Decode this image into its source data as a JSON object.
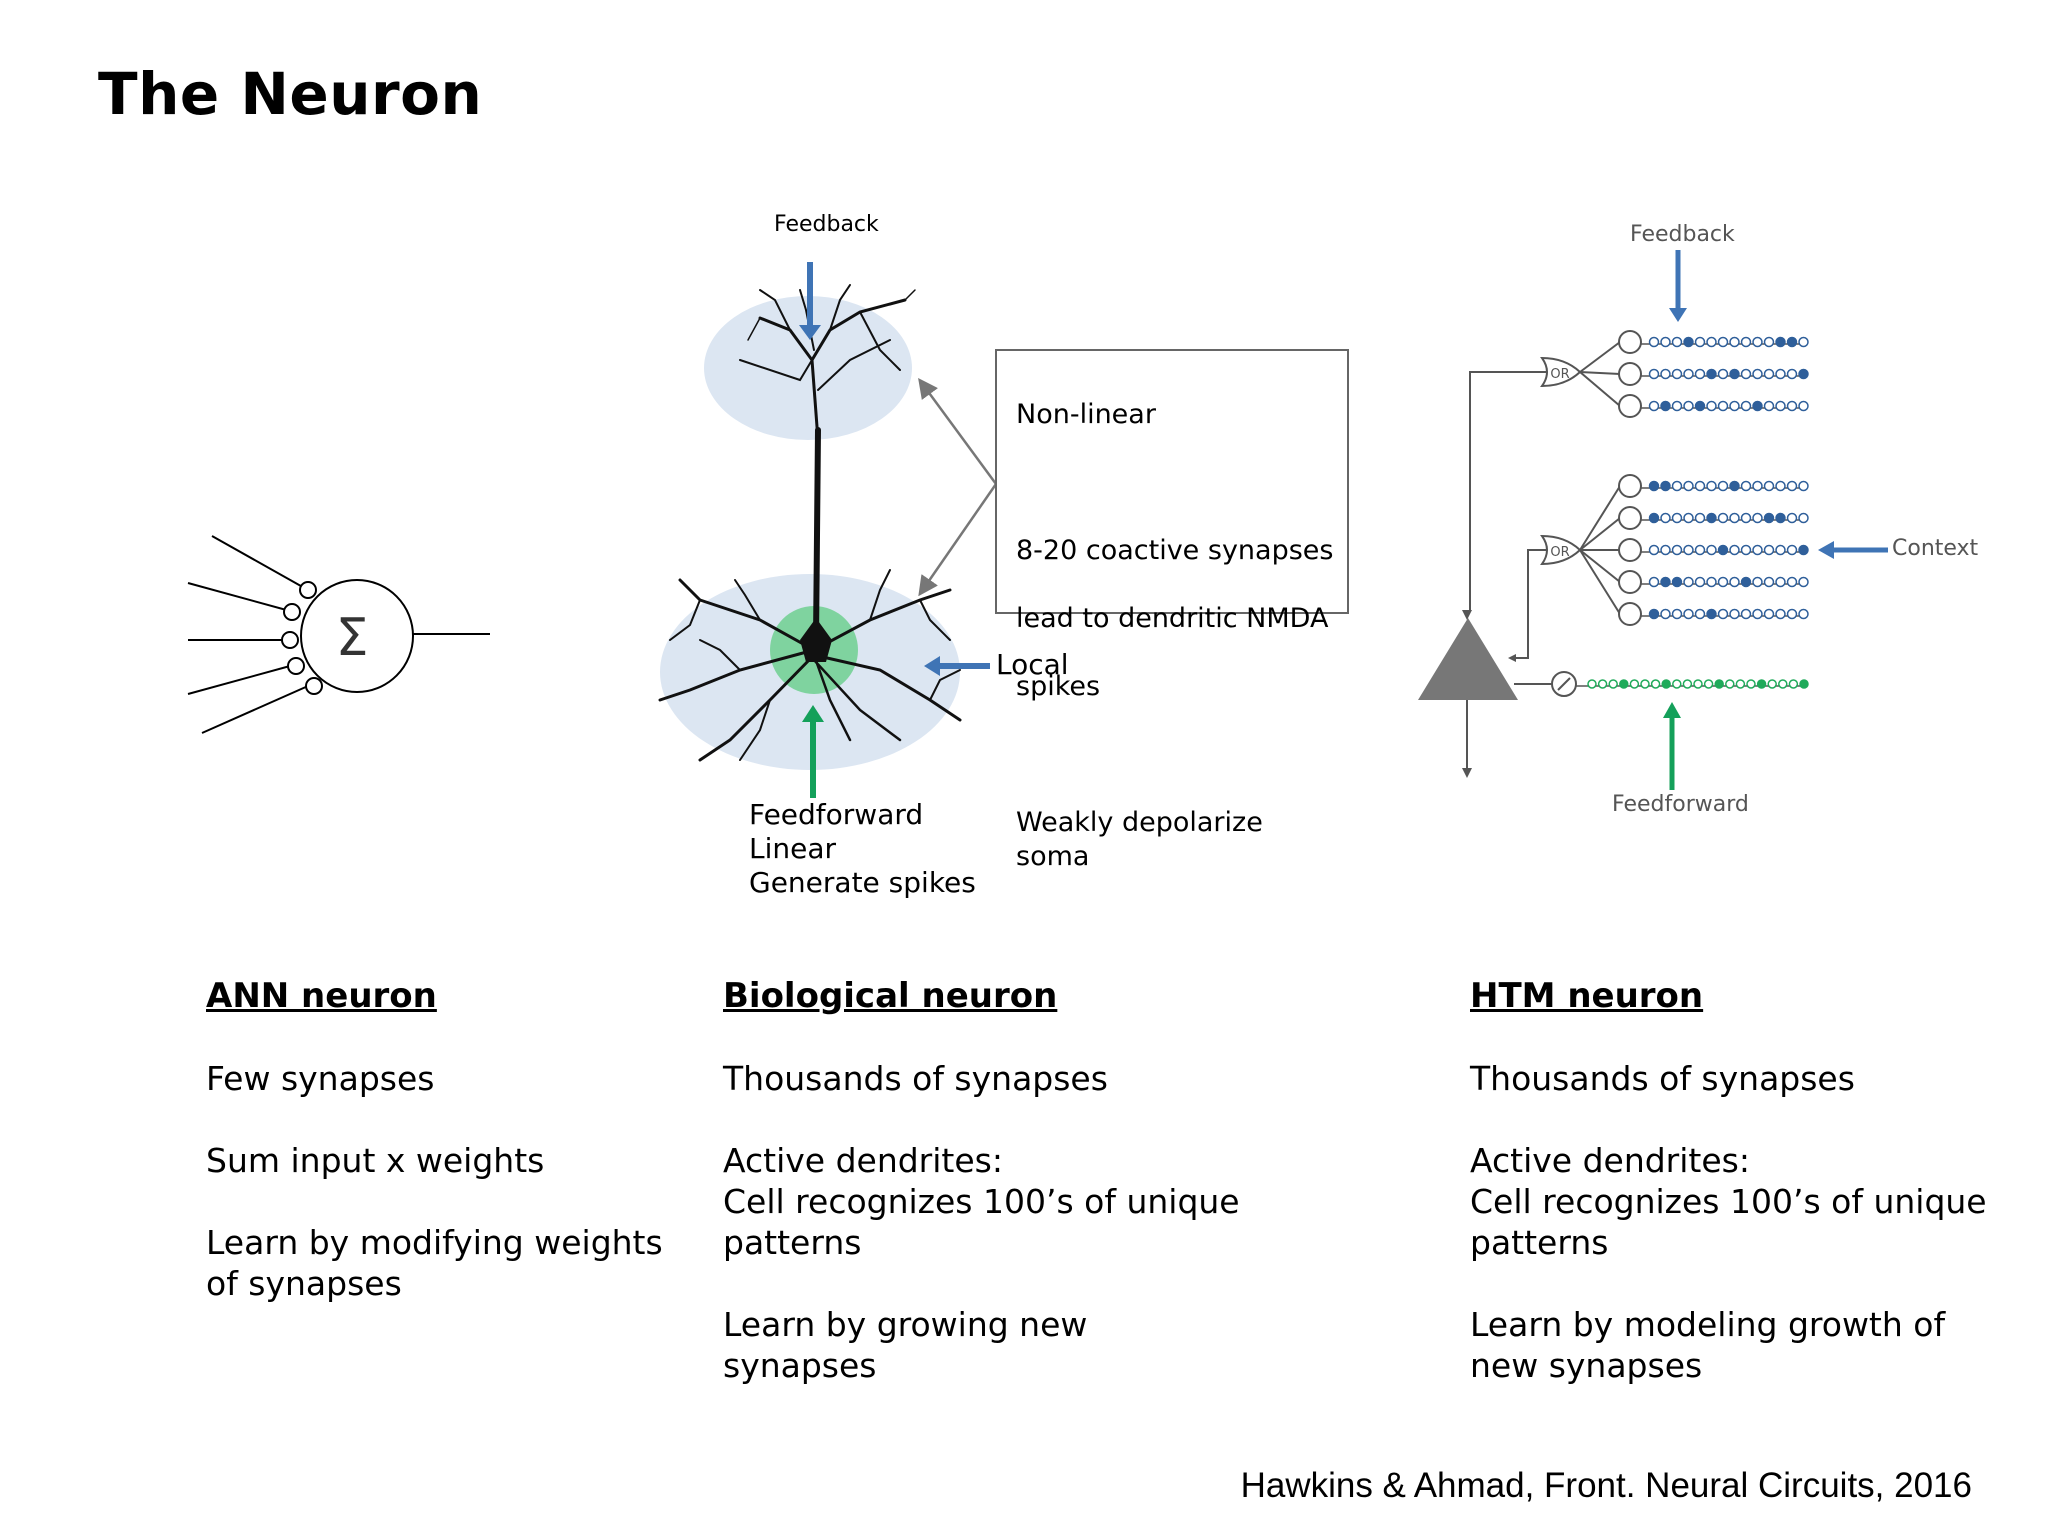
{
  "title": "The Neuron",
  "bio_diagram": {
    "feedback_label": "Feedback",
    "local_label": "Local",
    "feedforward_lines": [
      "Feedforward",
      "Linear",
      "Generate spikes"
    ],
    "callout_lines": [
      "Non-linear",
      "",
      "8-20 coactive synapses",
      "lead to dendritic NMDA",
      "spikes",
      "",
      "Weakly depolarize soma"
    ]
  },
  "ann_diagram": {
    "symbol": "Σ"
  },
  "htm_diagram": {
    "feedback_label": "Feedback",
    "context_label": "Context",
    "feedforward_label": "Feedforward",
    "or_label": "OR"
  },
  "columns": {
    "ann": {
      "heading": "ANN neuron",
      "items": [
        "Few synapses",
        "Sum input x weights",
        "Learn by modifying weights\nof synapses"
      ]
    },
    "bio": {
      "heading": "Biological neuron",
      "items": [
        "Thousands of synapses",
        "Active dendrites:\nCell recognizes 100’s of unique\npatterns",
        "Learn by growing new\nsynapses"
      ]
    },
    "htm": {
      "heading": "HTM neuron",
      "items": [
        "Thousands of synapses",
        "Active dendrites:\nCell recognizes 100’s of unique\npatterns",
        "Learn by modeling growth of\nnew synapses"
      ]
    }
  },
  "citation": "Hawkins & Ahmad, Front. Neural Circuits, 2016",
  "colors": {
    "feedback_arrow": "#3f74b5",
    "feedforward_arrow": "#14a05a",
    "soma": "#7fd39f",
    "halo": "#dce6f2",
    "htm_dot": "#2f5f9a",
    "htm_ff_dot": "#1faa5a"
  }
}
